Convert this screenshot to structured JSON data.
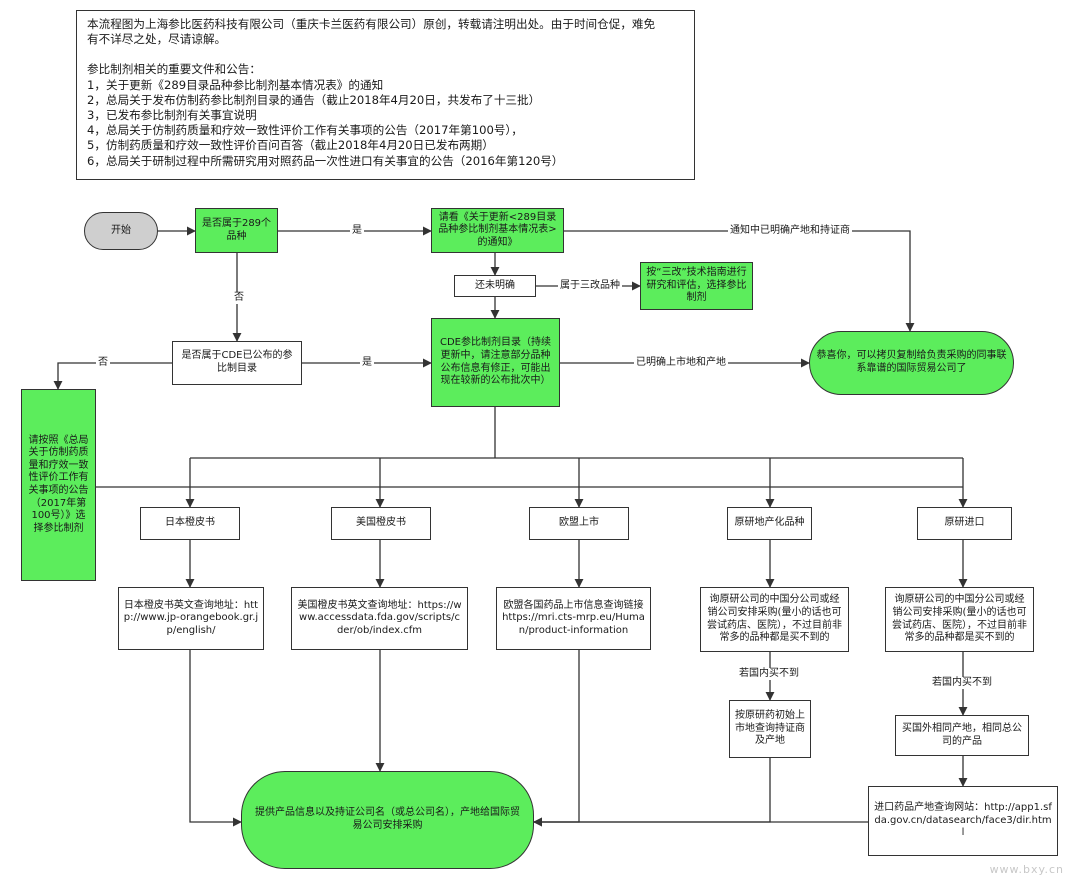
{
  "note": {
    "line1": "本流程图为上海参比医药科技有限公司（重庆卡兰医药有限公司）原创，转载请注明出处。由于时间仓促，难免",
    "line2": "有不详尽之处，尽请谅解。",
    "heading": "参比制剂相关的重要文件和公告：",
    "items": [
      "1，关于更新《289目录品种参比制剂基本情况表》的通知",
      "2，总局关于发布仿制药参比制剂目录的通告（截止2018年4月20日，共发布了十三批）",
      "3，已发布参比制剂有关事宜说明",
      "4，总局关于仿制药质量和疗效一致性评价工作有关事项的公告（2017年第100号），",
      "5，仿制药质量和疗效一致性评价百问百答（截止2018年4月20日已发布两期）",
      "6，总局关于研制过程中所需研究用对照药品一次性进口有关事宜的公告（2016年第120号）"
    ]
  },
  "nodes": {
    "start": "开始",
    "is289": "是否属于289个品种",
    "notice289": "请看《关于更新<289目录品种参比制剂基本情况表>的通知》",
    "unclear": "还未明确",
    "threeGuide": "按“三改”技术指南进行研究和评估，选择参比制剂",
    "congrats": "恭喜你，可以拷贝复制给负责采购的同事联系靠谱的国际贸易公司了",
    "isCDE": "是否属于CDE已公布的参比制目录",
    "cde": "CDE参比制剂目录（持续更新中，请注意部分品种公布信息有修正，可能出现在较新的公布批次中）",
    "leftGuide": "请按照《总局关于仿制药质量和疗效一致性评价工作有关事项的公告（2017年第100号）》选择参比制剂",
    "japan": "日本橙皮书",
    "usa": "美国橙皮书",
    "eu": "欧盟上市",
    "origLocal": "原研地产化品种",
    "origImport": "原研进口",
    "japanUrl": "日本橙皮书英文查询地址：http://www.jp-orangebook.gr.jp/english/",
    "usaUrl": "美国橙皮书英文查询地址：https://www.accessdata.fda.gov/scripts/cder/ob/index.cfm",
    "euUrl": "欧盟各国药品上市信息查询链接https://mri.cts-mrp.eu/Human/product-information",
    "askLocal": "询原研公司的中国分公司或经销公司安排采购(量小的话也可尝试药店、医院），不过目前非常多的品种都是买不到的",
    "askImport": "询原研公司的中国分公司或经销公司安排采购(量小的话也可尝试药店、医院），不过目前非常多的品种都是买不到的",
    "queryHolder": "按原研药初始上市地查询持证商及产地",
    "buyAbroad": "买国外相同产地，相同总公司的产品",
    "importQuery": "进口药品产地查询网站：http://app1.sfda.gov.cn/datasearch/face3/dir.html",
    "provide": "提供产品信息以及持证公司名（或总公司名），产地给国际贸易公司安排采购"
  },
  "labels": {
    "yes1": "是",
    "no1": "否",
    "producer": "通知中已明确产地和持证商",
    "threeKinds": "属于三改品种",
    "no2": "否",
    "yes2": "是",
    "marketed": "已明确上市地和产地",
    "cantBuy1": "若国内买不到",
    "cantBuy2": "若国内买不到"
  },
  "watermark": "www.bxy.cn"
}
